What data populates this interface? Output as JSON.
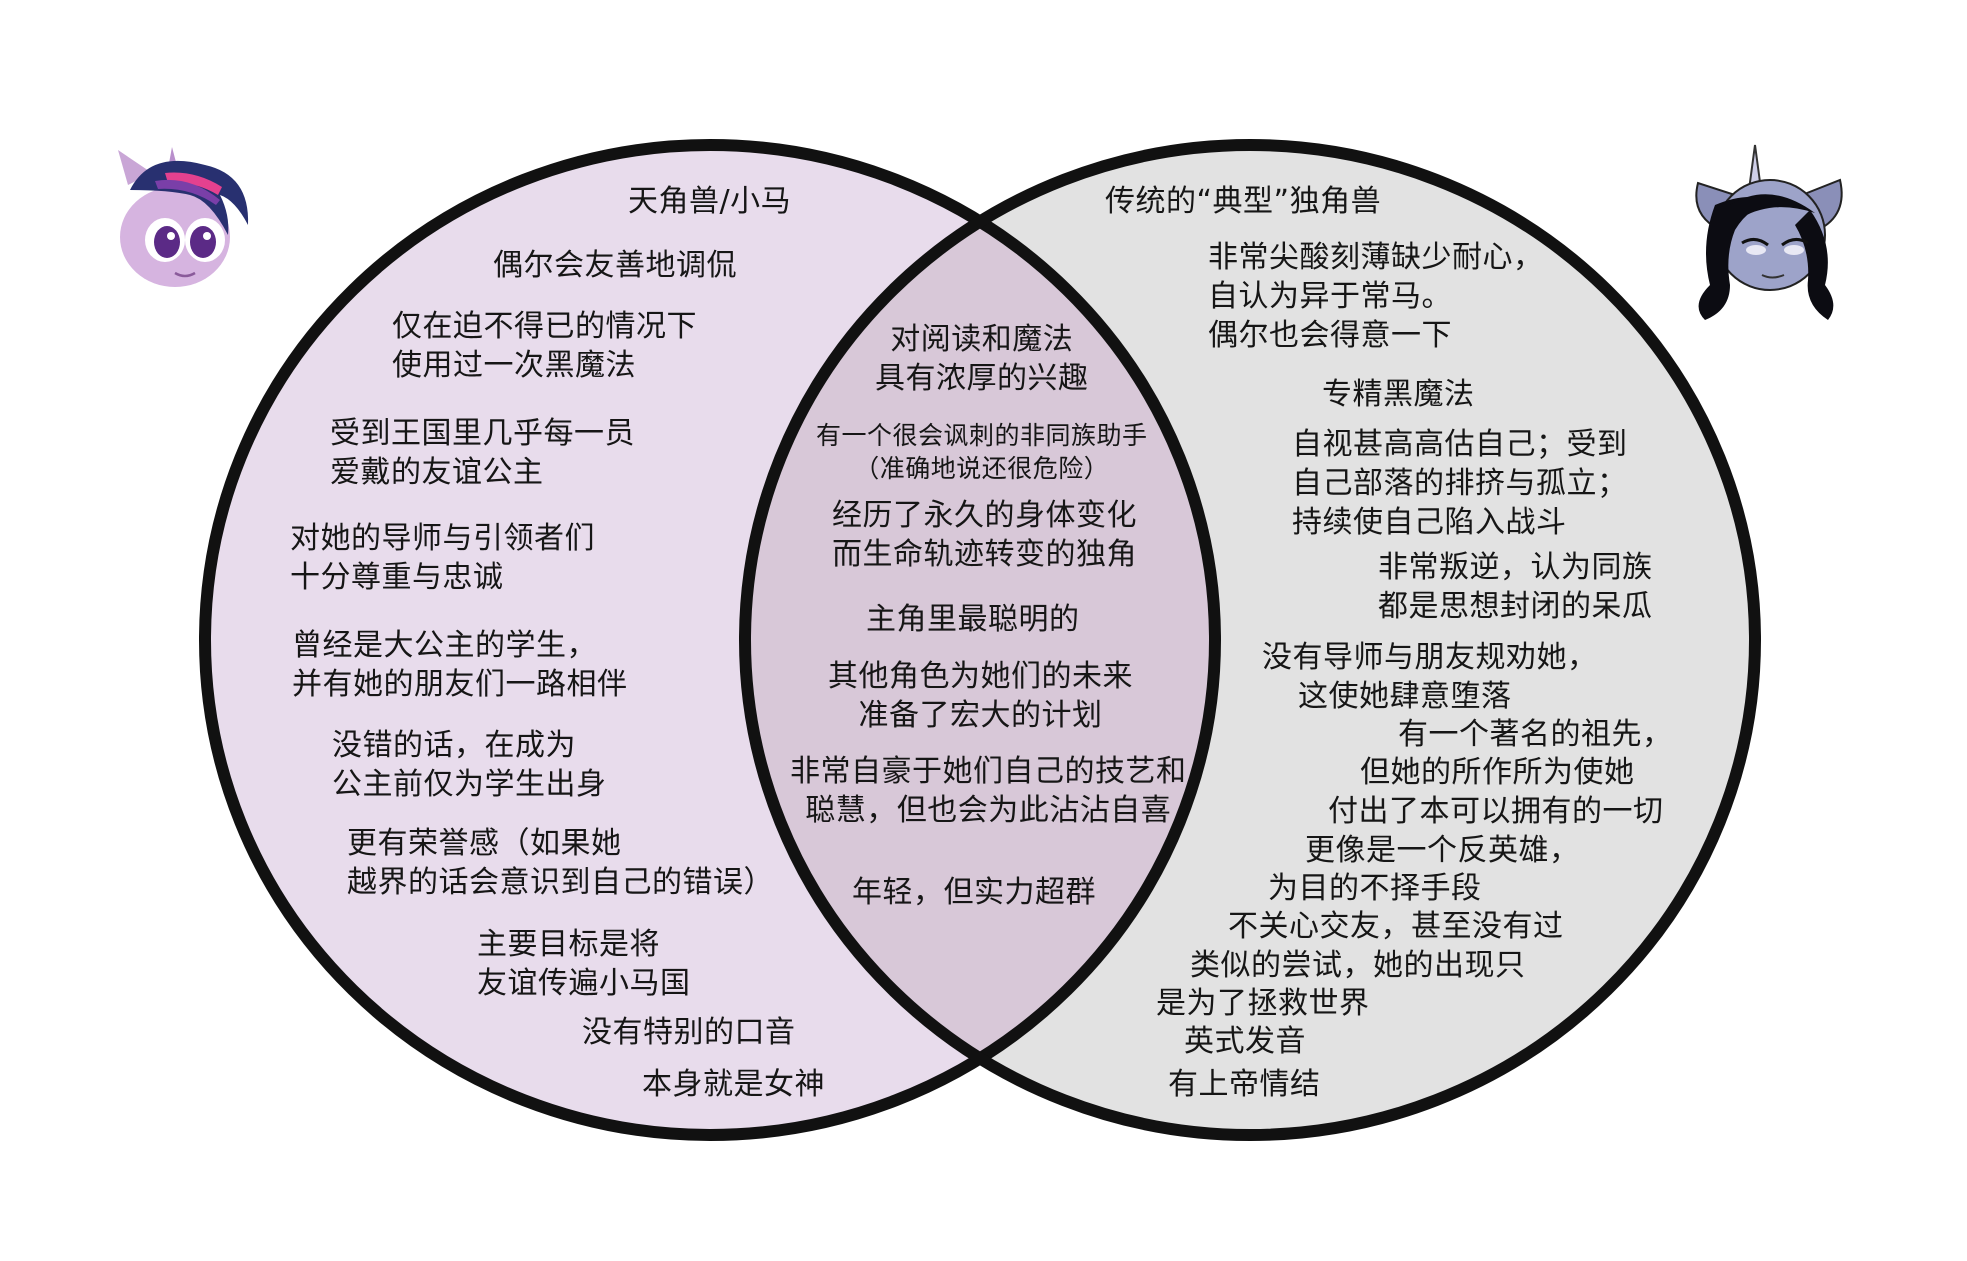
{
  "left": {
    "title": "天角兽/小马",
    "items": [
      "偶尔会友善地调侃",
      "仅在迫不得已的情况下\n使用过一次黑魔法",
      "受到王国里几乎每一员\n爱戴的友谊公主",
      "对她的导师与引领者们\n十分尊重与忠诚",
      "曾经是大公主的学生，\n并有她的朋友们一路相伴",
      "没错的话，在成为\n公主前仅为学生出身",
      "更有荣誉感（如果她\n越界的话会意识到自己的错误）",
      "主要目标是将\n友谊传遍小马国",
      "没有特别的口音",
      "本身就是女神"
    ]
  },
  "center": {
    "items": [
      "对阅读和魔法\n具有浓厚的兴趣",
      "有一个很会讽刺的非同族助手\n（准确地说还很危险）",
      "经历了永久的身体变化\n而生命轨迹转变的独角",
      "主角里最聪明的",
      "其他角色为她们的未来\n准备了宏大的计划",
      "非常自豪于她们自己的技艺和\n聪慧，但也会为此沾沾自喜",
      "年轻，但实力超群"
    ]
  },
  "right": {
    "title": "传统的“典型”独角兽",
    "items": [
      "非常尖酸刻薄缺少耐心，\n自认为异于常马。\n偶尔也会得意一下",
      "专精黑魔法",
      "自视甚高高估自己；受到\n自己部落的排挤与孤立；\n持续使自己陷入战斗",
      "非常叛逆，认为同族\n都是思想封闭的呆瓜",
      "没有导师与朋友规劝她，",
      "这使她肆意堕落",
      "有一个著名的祖先，",
      "但她的所作所为使她",
      "付出了本可以拥有的一切",
      "更像是一个反英雄，",
      "为目的不择手段",
      "不关心交友，甚至没有过",
      "类似的尝试，她的出现只",
      "是为了拯救世界",
      "英式发音",
      "有上帝情结"
    ]
  },
  "colors": {
    "left_fill": "#e8dcec",
    "right_fill": "#e2e2e2",
    "overlap_fill": "#d8c8d8",
    "outline": "#111111"
  },
  "icons": {
    "left_avatar": "twilight-sparkle-pony-icon",
    "right_avatar": "dark-unicorn-pony-icon"
  }
}
